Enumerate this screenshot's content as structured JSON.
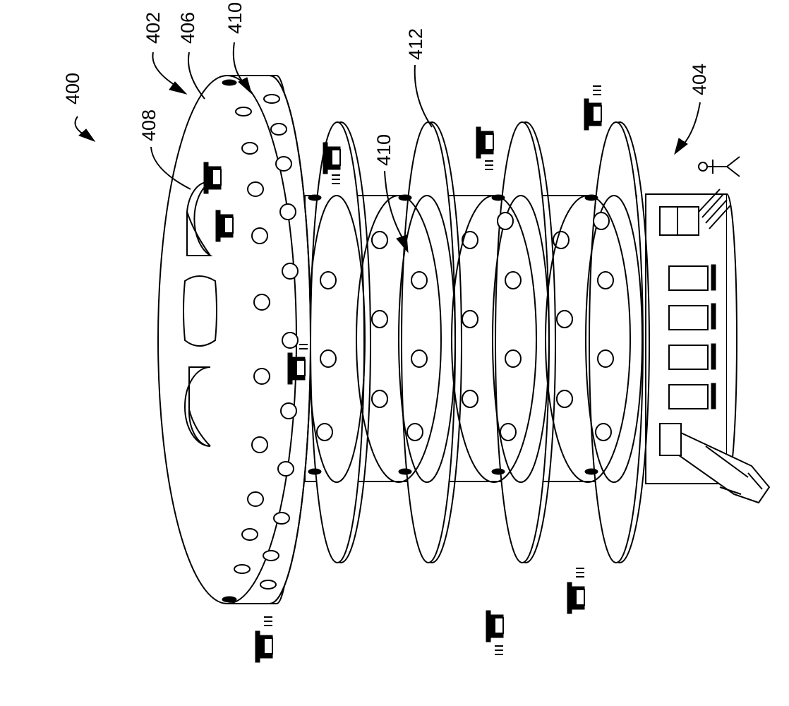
{
  "figure": {
    "labels": {
      "system": "400",
      "aerial_vehicle": "402",
      "ground_station": "404",
      "top_surface": "406",
      "bay": "408",
      "port_upper": "410",
      "port_middle": "410",
      "deck": "412"
    }
  }
}
